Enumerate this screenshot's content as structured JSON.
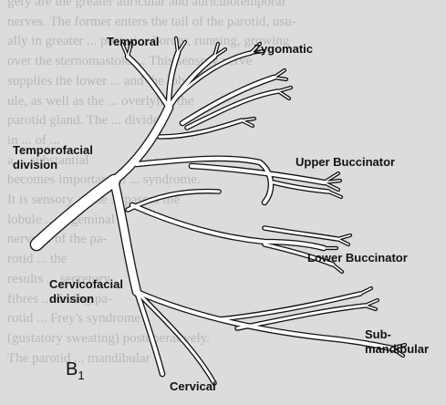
{
  "background_text": [
    "gery are the greater auricular and auriculotemporal",
    "nerves. The former enters the tail of the parotid, usu-",
    "ally in greater ... posterior border, running, growing",
    "over the sternomastoid ... This sensory nerve",
    "supplies the lower ... and the lob-",
    "ule, as well as the ... overlying the",
    "parotid gland. The ... divided",
    "in ... of ...",
    "a ... substantial",
    "becomes important in ... syndrome.",
    "It is sensory ... the ... passes the",
    "lobule ... trigeminal",
    "nerve ... of the pa-",
    "rotid ... the",
    "results ... secretory",
    "fibres ... during pa-",
    "rotid ... Frey's syndrome",
    "(gustatory sweating) postoperatively.",
    "The parotid ... mandibular"
  ],
  "labels": {
    "temporal": "Temporal",
    "zygomatic": "Zygomatic",
    "temporofacial": "Temporofacial\ndivision",
    "upper_buccinator": "Upper Buccinator",
    "lower_buccinator": "Lower Buccinator",
    "cervicofacial": "Cervicofacial\ndivision",
    "submandibular": "Sub-\nmandibular",
    "cervical": "Cervical",
    "figure_id_main": "B",
    "figure_id_sub": "1"
  },
  "colors": {
    "nerve_fill": "#ffffff",
    "nerve_outline": "#111111",
    "label_text": "#111111"
  }
}
